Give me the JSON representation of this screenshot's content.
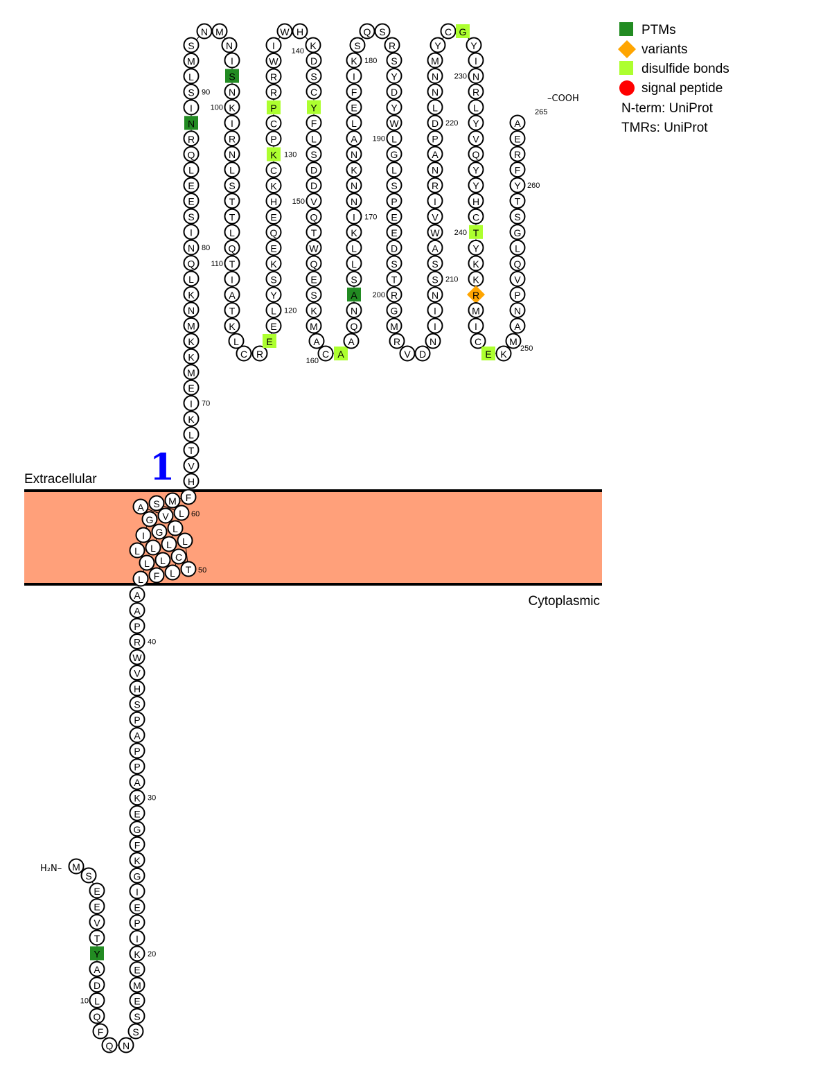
{
  "sequence": "MSEEVTYADLQFQNSSEMEKIPEIGKFGEKAPPAPSHVWRPAALLFLLCTLLLGLILGAVSLMFHVTLKIEMKKMNKLQNISEELQRNISLMSNMNISNKIRNLSTTLQTIATKLCREELYSKEQEHKCKPCPRRWIWHKDSCYFLSDDVQTWQESKMACAAQNASLLKINNKNALEFIKSQSRSYDYWLGLSPEEDSTRGMRVDNIINSSAWVIRNAPDLNNMYCGYINRLYVQYYHCTYKKRMICEKMANPVQLGSTYFREA",
  "features": {
    "ptm": [
      7,
      88,
      98,
      165
    ],
    "variant": [
      244
    ],
    "disulfide": [
      118,
      130,
      133,
      144,
      161,
      227,
      240,
      248
    ],
    "signal_peptide": []
  },
  "position_labels": [
    "10",
    "20",
    "30",
    "40",
    "50",
    "60",
    "70",
    "80",
    "90",
    "100",
    "110",
    "120",
    "130",
    "140",
    "150",
    "160",
    "170",
    "180",
    "190",
    "200",
    "210",
    "220",
    "230",
    "240",
    "250",
    "260",
    "265"
  ],
  "termini": {
    "n": "H₂N–",
    "c": "–COOH"
  },
  "tmr_number": "1",
  "membrane": {
    "extracellular_label": "Extracellular",
    "cytoplasmic_label": "Cytoplasmic",
    "color": "#FFA07A"
  },
  "legend": {
    "ptm": "PTMs",
    "variant": "variants",
    "disulfide": "disulfide bonds",
    "signal": "signal peptide",
    "nterm_source": "N-term: UniProt",
    "tmr_source": "TMRs: UniProt"
  },
  "colors": {
    "ptm": "#228B22",
    "variant": "#FFA500",
    "disulfide": "#ADFF2F",
    "signal": "#FF0000"
  }
}
